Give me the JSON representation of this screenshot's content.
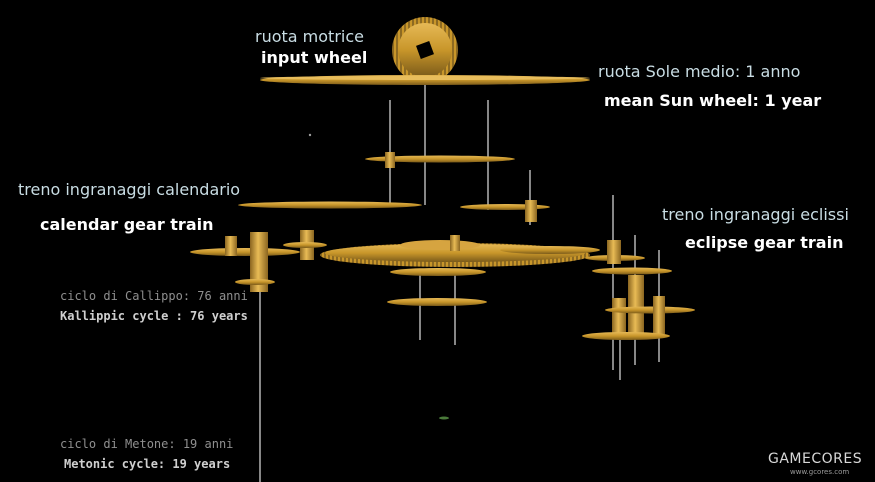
{
  "labels": {
    "input_wheel_it": "ruota motrice",
    "input_wheel_en": "input wheel",
    "mean_sun_it": "ruota Sole medio: 1 anno",
    "mean_sun_en": "mean Sun wheel: 1 year",
    "calendar_it": "treno ingranaggi calendario",
    "calendar_en": "calendar gear train",
    "eclipse_it": "treno ingranaggi eclissi",
    "eclipse_en": "eclipse gear train",
    "kallippic_it": "ciclo di Callippo: 76 anni",
    "kallippic_en": "Kallippic cycle : 76 years",
    "metonic_it": "ciclo di Metone: 19 anni",
    "metonic_en": "Metonic cycle: 19 years"
  },
  "watermark": {
    "brand": "GAMECORES",
    "url": "www.gcores.com"
  },
  "colors": {
    "gear": "#c8962a",
    "gear_light": "#e0b24a",
    "gear_dark": "#7a5a1a",
    "axle": "#b8b8b8",
    "background": "#000000"
  }
}
